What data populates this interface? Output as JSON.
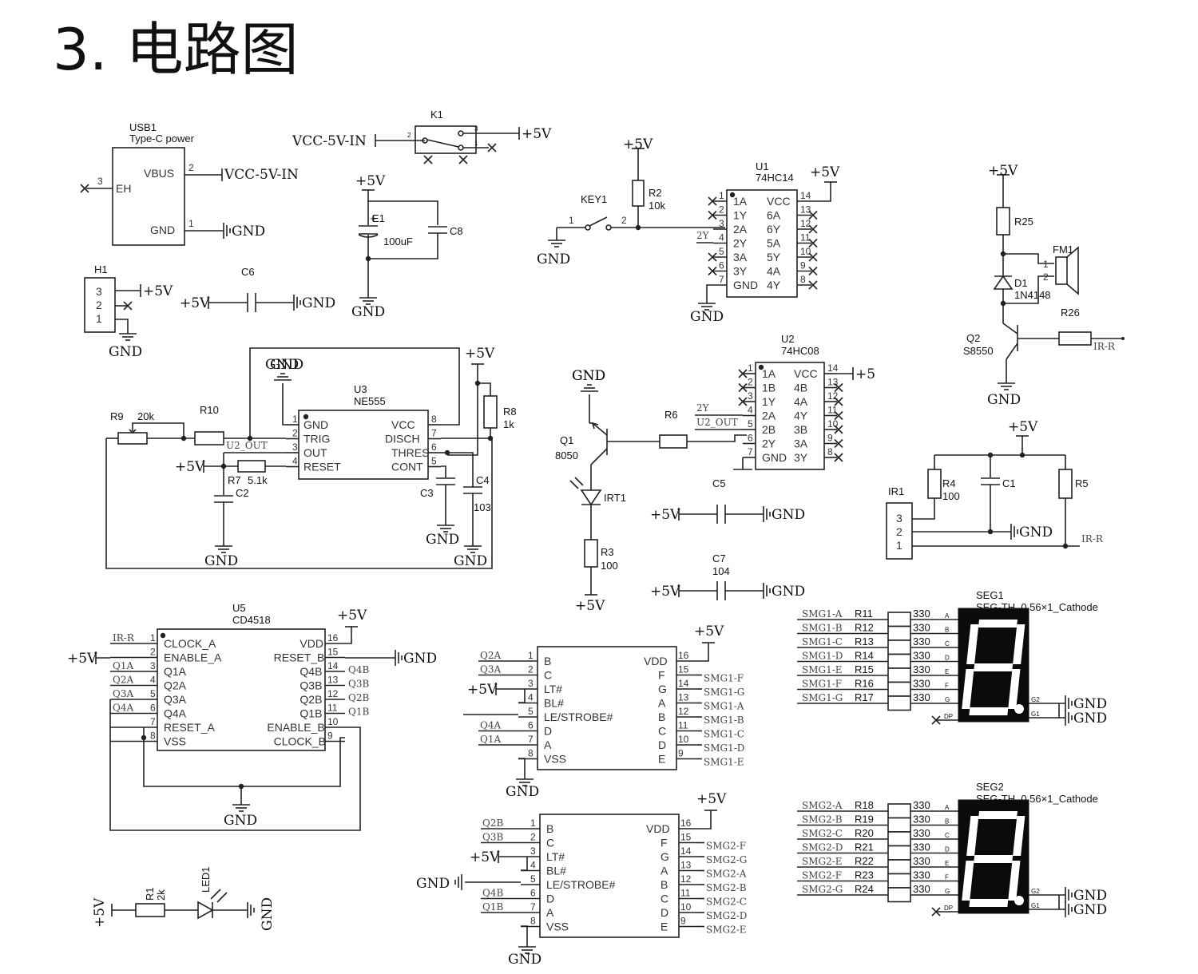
{
  "page_title": "3. 电路图",
  "labels": {
    "plus5v": "+5V",
    "plus5v_r": "+5",
    "gnd": "GND",
    "vcc5vin": "VCC-5V-IN",
    "irr": "IR-R",
    "u2out": "U2_OUT",
    "v2y": "2Y"
  },
  "usb1": {
    "ref": "USB1",
    "value": "Type-C power",
    "pins": {
      "vbus": "VBUS",
      "gnd": "GND",
      "eh": "EH"
    },
    "pin_nums": [
      "2",
      "1",
      "3"
    ]
  },
  "k1": {
    "ref": "K1",
    "pin_nums": [
      "2",
      "3",
      "1"
    ]
  },
  "h1": {
    "ref": "H1",
    "pins": [
      "3",
      "2",
      "1"
    ]
  },
  "caps": {
    "c6": "C6",
    "c8": "C8",
    "e1": "E1",
    "e1_val": "100uF",
    "c1": "C1",
    "c2": "C2",
    "c3": "C3",
    "c4": "C4",
    "c4_val": "103",
    "c5": "C5",
    "c7": "C7",
    "c7_val": "104"
  },
  "res": {
    "r2": "R2",
    "r2_val": "10k",
    "r25": "R25",
    "r26": "R26",
    "r8": "R8",
    "r8_val": "1k",
    "r9": "R9",
    "r9_val": "20k",
    "r10": "R10",
    "r7": "R7",
    "r7_val": "5.1k",
    "r6": "R6",
    "r3": "R3",
    "r3_val": "100",
    "r4": "R4",
    "r4_val": "100",
    "r5": "R5",
    "r1": "R1",
    "r1_val": "2k"
  },
  "key1": {
    "ref": "KEY1",
    "pin_nums": [
      "1",
      "2"
    ]
  },
  "u1": {
    "ref": "U1",
    "part": "74HC14",
    "left": [
      {
        "n": "1",
        "s": "1A"
      },
      {
        "n": "2",
        "s": "1Y"
      },
      {
        "n": "3",
        "s": "2A"
      },
      {
        "n": "4",
        "s": "2Y"
      },
      {
        "n": "5",
        "s": "3A"
      },
      {
        "n": "6",
        "s": "3Y"
      },
      {
        "n": "7",
        "s": "GND"
      }
    ],
    "right": [
      {
        "n": "14",
        "s": "VCC"
      },
      {
        "n": "13",
        "s": "6A"
      },
      {
        "n": "12",
        "s": "6Y"
      },
      {
        "n": "11",
        "s": "5A"
      },
      {
        "n": "10",
        "s": "5Y"
      },
      {
        "n": "9",
        "s": "4A"
      },
      {
        "n": "8",
        "s": "4Y"
      }
    ]
  },
  "u2": {
    "ref": "U2",
    "part": "74HC08",
    "left": [
      {
        "n": "1",
        "s": "1A"
      },
      {
        "n": "2",
        "s": "1B"
      },
      {
        "n": "3",
        "s": "1Y"
      },
      {
        "n": "4",
        "s": "2A"
      },
      {
        "n": "5",
        "s": "2B"
      },
      {
        "n": "6",
        "s": "2Y"
      },
      {
        "n": "7",
        "s": "GND"
      }
    ],
    "right": [
      {
        "n": "14",
        "s": "VCC"
      },
      {
        "n": "13",
        "s": "4B"
      },
      {
        "n": "12",
        "s": "4A"
      },
      {
        "n": "11",
        "s": "4Y"
      },
      {
        "n": "10",
        "s": "3B"
      },
      {
        "n": "9",
        "s": "3A"
      },
      {
        "n": "8",
        "s": "3Y"
      }
    ]
  },
  "u3": {
    "ref": "U3",
    "part": "NE555",
    "left": [
      {
        "n": "1",
        "s": "GND"
      },
      {
        "n": "2",
        "s": "TRIG"
      },
      {
        "n": "3",
        "s": "OUT"
      },
      {
        "n": "4",
        "s": "RESET"
      }
    ],
    "right": [
      {
        "n": "8",
        "s": "VCC"
      },
      {
        "n": "7",
        "s": "DISCH"
      },
      {
        "n": "6",
        "s": "THRES"
      },
      {
        "n": "5",
        "s": "CONT"
      }
    ]
  },
  "u5": {
    "ref": "U5",
    "part": "CD4518",
    "left": [
      {
        "n": "1",
        "s": "CLOCK_A",
        "net": "IR-R"
      },
      {
        "n": "2",
        "s": "ENABLE_A",
        "net": ""
      },
      {
        "n": "3",
        "s": "Q1A",
        "net": "Q1A"
      },
      {
        "n": "4",
        "s": "Q2A",
        "net": "Q2A"
      },
      {
        "n": "5",
        "s": "Q3A",
        "net": "Q3A"
      },
      {
        "n": "6",
        "s": "Q4A",
        "net": "Q4A"
      },
      {
        "n": "7",
        "s": "RESET_A",
        "net": ""
      },
      {
        "n": "8",
        "s": "VSS",
        "net": ""
      }
    ],
    "right": [
      {
        "n": "16",
        "s": "VDD",
        "net": ""
      },
      {
        "n": "15",
        "s": "RESET_B",
        "net": ""
      },
      {
        "n": "14",
        "s": "Q4B",
        "net": "Q4B"
      },
      {
        "n": "13",
        "s": "Q3B",
        "net": "Q3B"
      },
      {
        "n": "12",
        "s": "Q2B",
        "net": "Q2B"
      },
      {
        "n": "11",
        "s": "Q1B",
        "net": "Q1B"
      },
      {
        "n": "10",
        "s": "ENABLE_B",
        "net": ""
      },
      {
        "n": "9",
        "s": "CLOCK_B",
        "net": ""
      }
    ]
  },
  "q1": {
    "ref": "Q1",
    "part": "8050"
  },
  "q2": {
    "ref": "Q2",
    "part": "S8550"
  },
  "d1": {
    "ref": "D1",
    "part": "1N4148"
  },
  "irt1": "IRT1",
  "fm1": {
    "ref": "FM1",
    "pins": [
      "1",
      "2"
    ]
  },
  "ir1": {
    "ref": "IR1",
    "pins": [
      "3",
      "2",
      "1"
    ]
  },
  "led1": "LED1",
  "dec1": {
    "left": [
      {
        "n": "1",
        "s": "B",
        "net": "Q2A"
      },
      {
        "n": "2",
        "s": "C",
        "net": "Q3A"
      },
      {
        "n": "3",
        "s": "LT#",
        "net": ""
      },
      {
        "n": "4",
        "s": "BL#",
        "net": ""
      },
      {
        "n": "5",
        "s": "LE/STROBE#",
        "net": ""
      },
      {
        "n": "6",
        "s": "D",
        "net": "Q4A"
      },
      {
        "n": "7",
        "s": "A",
        "net": "Q1A"
      },
      {
        "n": "8",
        "s": "VSS",
        "net": ""
      }
    ],
    "right": [
      {
        "n": "16",
        "s": "VDD",
        "net": ""
      },
      {
        "n": "15",
        "s": "F",
        "net": "SMG1-F"
      },
      {
        "n": "14",
        "s": "G",
        "net": "SMG1-G"
      },
      {
        "n": "13",
        "s": "A",
        "net": "SMG1-A"
      },
      {
        "n": "12",
        "s": "B",
        "net": "SMG1-B"
      },
      {
        "n": "11",
        "s": "C",
        "net": "SMG1-C"
      },
      {
        "n": "10",
        "s": "D",
        "net": "SMG1-D"
      },
      {
        "n": "9",
        "s": "E",
        "net": "SMG1-E"
      }
    ]
  },
  "dec2": {
    "left": [
      {
        "n": "1",
        "s": "B",
        "net": "Q2B"
      },
      {
        "n": "2",
        "s": "C",
        "net": "Q3B"
      },
      {
        "n": "3",
        "s": "LT#",
        "net": ""
      },
      {
        "n": "4",
        "s": "BL#",
        "net": ""
      },
      {
        "n": "5",
        "s": "LE/STROBE#",
        "net": ""
      },
      {
        "n": "6",
        "s": "D",
        "net": "Q4B"
      },
      {
        "n": "7",
        "s": "A",
        "net": "Q1B"
      },
      {
        "n": "8",
        "s": "VSS",
        "net": ""
      }
    ],
    "right": [
      {
        "n": "16",
        "s": "VDD",
        "net": ""
      },
      {
        "n": "15",
        "s": "F",
        "net": "SMG2-F"
      },
      {
        "n": "14",
        "s": "G",
        "net": "SMG2-G"
      },
      {
        "n": "13",
        "s": "A",
        "net": "SMG2-A"
      },
      {
        "n": "12",
        "s": "B",
        "net": "SMG2-B"
      },
      {
        "n": "11",
        "s": "C",
        "net": "SMG2-C"
      },
      {
        "n": "10",
        "s": "D",
        "net": "SMG2-D"
      },
      {
        "n": "9",
        "s": "E",
        "net": "SMG2-E"
      }
    ]
  },
  "seg1": {
    "ref": "SEG1",
    "part": "SEG-TH_0.56×1_Cathode",
    "rows": [
      {
        "net": "SMG1-A",
        "r": "R11",
        "v": "330",
        "p": "A"
      },
      {
        "net": "SMG1-B",
        "r": "R12",
        "v": "330",
        "p": "B"
      },
      {
        "net": "SMG1-C",
        "r": "R13",
        "v": "330",
        "p": "C"
      },
      {
        "net": "SMG1-D",
        "r": "R14",
        "v": "330",
        "p": "D"
      },
      {
        "net": "SMG1-E",
        "r": "R15",
        "v": "330",
        "p": "E"
      },
      {
        "net": "SMG1-F",
        "r": "R16",
        "v": "330",
        "p": "F"
      },
      {
        "net": "SMG1-G",
        "r": "R17",
        "v": "330",
        "p": "G"
      }
    ],
    "dp": "DP",
    "g1": "G1",
    "g2": "G2"
  },
  "seg2": {
    "ref": "SEG2",
    "part": "SEG-TH_0.56×1_Cathode",
    "rows": [
      {
        "net": "SMG2-A",
        "r": "R18",
        "v": "330",
        "p": "A"
      },
      {
        "net": "SMG2-B",
        "r": "R19",
        "v": "330",
        "p": "B"
      },
      {
        "net": "SMG2-C",
        "r": "R20",
        "v": "330",
        "p": "C"
      },
      {
        "net": "SMG2-D",
        "r": "R21",
        "v": "330",
        "p": "D"
      },
      {
        "net": "SMG2-E",
        "r": "R22",
        "v": "330",
        "p": "E"
      },
      {
        "net": "SMG2-F",
        "r": "R23",
        "v": "330",
        "p": "F"
      },
      {
        "net": "SMG2-G",
        "r": "R24",
        "v": "330",
        "p": "G"
      }
    ],
    "dp": "DP",
    "g1": "G1",
    "g2": "G2"
  }
}
